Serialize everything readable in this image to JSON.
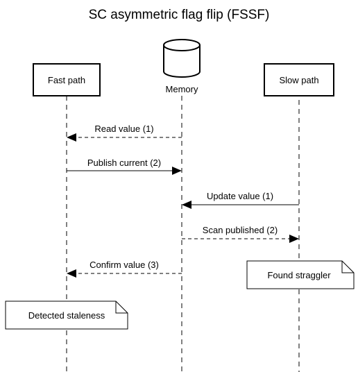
{
  "title": "SC asymmetric flag flip (FSSF)",
  "participants": {
    "fast": {
      "label": "Fast path",
      "kind": "box"
    },
    "memory": {
      "label": "Memory",
      "kind": "database"
    },
    "slow": {
      "label": "Slow path",
      "kind": "box"
    }
  },
  "messages": [
    {
      "label": "Read value (1)",
      "from": "memory",
      "to": "fast",
      "style": "dashed"
    },
    {
      "label": "Publish current (2)",
      "from": "fast",
      "to": "memory",
      "style": "solid"
    },
    {
      "label": "Update value (1)",
      "from": "slow",
      "to": "memory",
      "style": "solid"
    },
    {
      "label": "Scan published (2)",
      "from": "memory",
      "to": "slow",
      "style": "dashed"
    },
    {
      "label": "Confirm value (3)",
      "from": "memory",
      "to": "fast",
      "style": "dashed"
    }
  ],
  "notes": {
    "slow": "Found straggler",
    "fast": "Detected staleness"
  },
  "colors": {
    "stroke": "#000000",
    "background": "#ffffff"
  }
}
